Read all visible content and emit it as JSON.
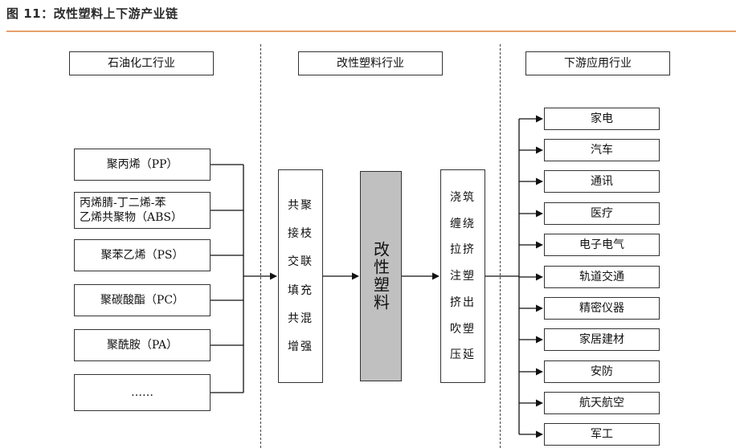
{
  "title": "图 11：改性塑料上下游产业链",
  "headers": {
    "upstream": "石油化工行业",
    "midstream": "改性塑料行业",
    "downstream": "下游应用行业"
  },
  "upstream_items": [
    "聚丙烯（PP）",
    "丙烯腈-丁二烯-苯\n乙烯共聚物（ABS）",
    "聚苯乙烯（PS）",
    "聚碳酸酯（PC）",
    "聚酰胺（PA）",
    "……"
  ],
  "modification_methods": [
    "共聚",
    "接枝",
    "交联",
    "填充",
    "共混",
    "增强"
  ],
  "core_label": "改性塑料",
  "processing_methods": [
    "浇筑",
    "缠绕",
    "拉挤",
    "注塑",
    "挤出",
    "吹塑",
    "压延"
  ],
  "downstream_items": [
    "家电",
    "汽车",
    "通讯",
    "医疗",
    "电子电气",
    "轨道交通",
    "精密仪器",
    "家居建材",
    "安防",
    "航天航空",
    "军工"
  ]
}
